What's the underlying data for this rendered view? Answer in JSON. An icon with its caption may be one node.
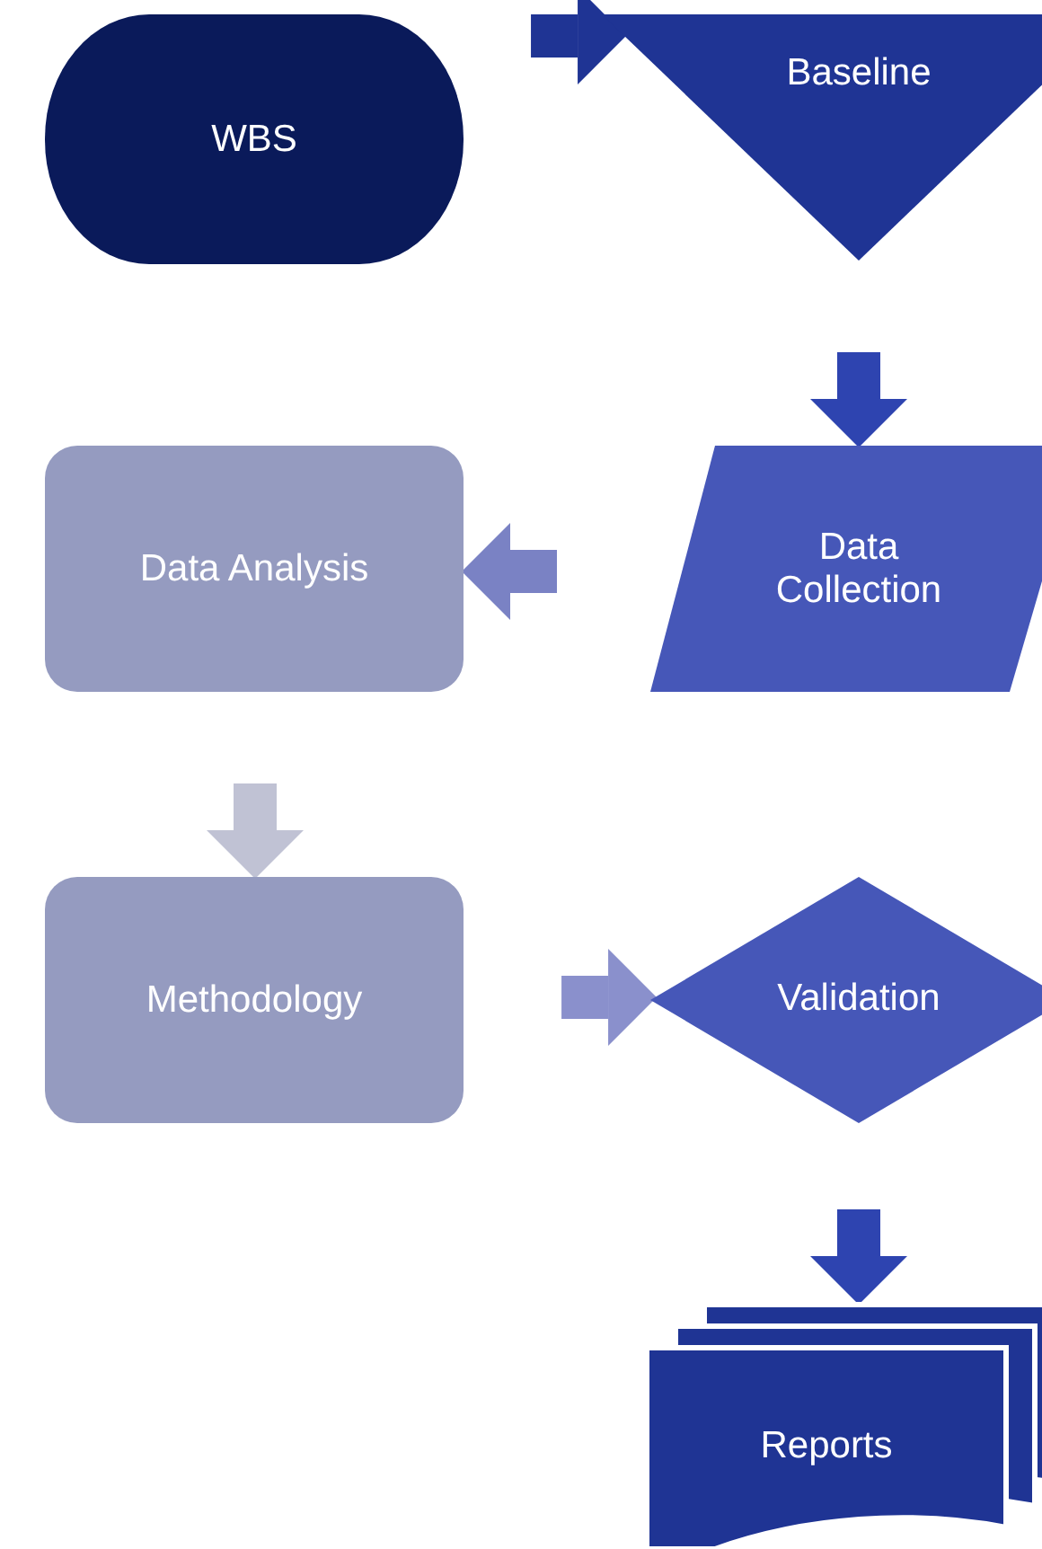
{
  "diagram": {
    "nodes": [
      {
        "text": [
          "WBS"
        ]
      },
      {
        "text": [
          "Baseline"
        ]
      },
      {
        "text": [
          "Data Collection"
        ]
      },
      {
        "text": [
          "Data Analysis"
        ]
      },
      {
        "text": [
          "Methodology"
        ]
      },
      {
        "text": [
          "Validation"
        ]
      },
      {
        "text": [
          "Reports"
        ]
      }
    ],
    "edges": [
      {
        "from": 0,
        "to": 1,
        "arrow": "to",
        "color": "#1f3494"
      },
      {
        "from": 1,
        "to": 2,
        "arrow": "to",
        "color": "#2e44b0"
      },
      {
        "from": 2,
        "to": 3,
        "arrow": "to",
        "color": "#7a82c4"
      },
      {
        "from": 3,
        "to": 4,
        "arrow": "to",
        "color": "#c0c2d4"
      },
      {
        "from": 4,
        "to": 5,
        "arrow": "to",
        "color": "#8a90cc"
      },
      {
        "from": 5,
        "to": 6,
        "arrow": "to",
        "color": "#2e44b0"
      }
    ]
  }
}
